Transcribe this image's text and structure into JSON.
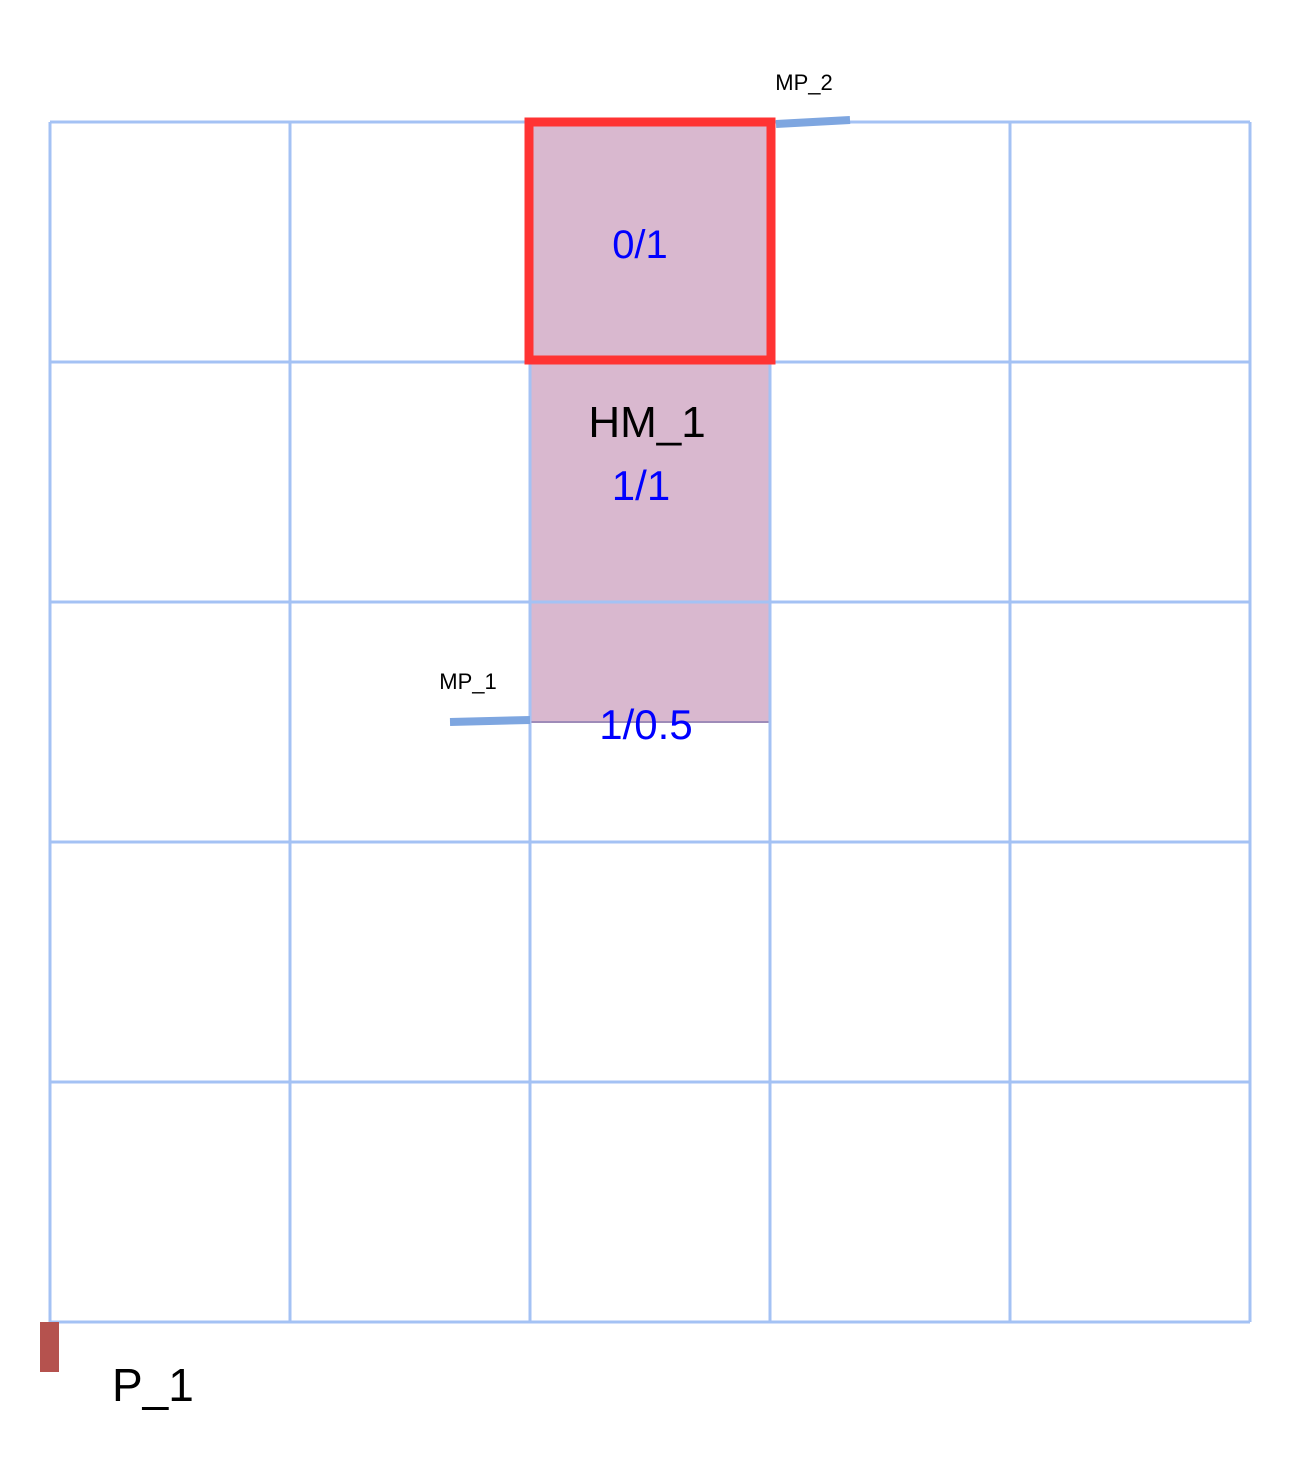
{
  "grid": {
    "rows": 5,
    "cols": 5,
    "line_color": "#a4c2f4"
  },
  "highlight_region": {
    "name": "HM_1",
    "fill_color": "#d9b8cf",
    "border_color": "#9e8bb8"
  },
  "selected_cell": {
    "value": "0/1",
    "border_color": "#ff3333"
  },
  "cell_values": {
    "middle": "1/1",
    "bottom": "1/0.5"
  },
  "markers": {
    "mp_1": {
      "label": "MP_1",
      "color": "#7ea6e0"
    },
    "mp_2": {
      "label": "MP_2",
      "color": "#7ea6e0"
    }
  },
  "point": {
    "label": "P_1",
    "color": "#b5524e"
  }
}
